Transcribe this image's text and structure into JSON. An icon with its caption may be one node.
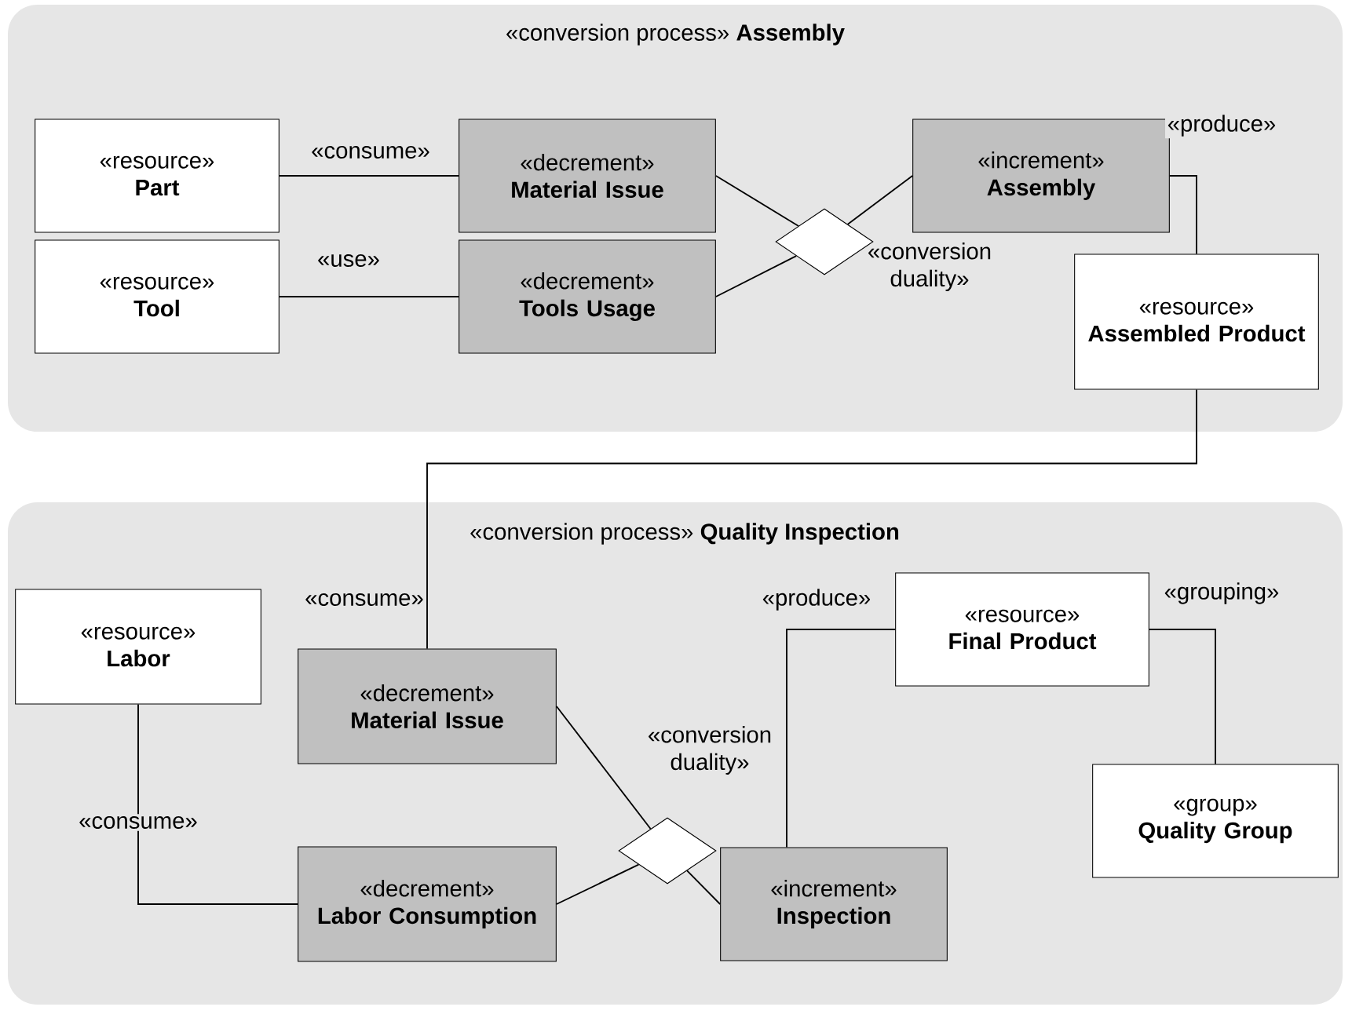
{
  "diagram": {
    "nodes": [
      {
        "text": [
          "«conversion process» **Assembly**"
        ]
      },
      {
        "text": [
          "«resource»",
          "Part"
        ],
        "in": 0
      },
      {
        "text": [
          "«resource»",
          "Tool"
        ],
        "in": 0
      },
      {
        "text": [
          "«decrement»",
          "Material Issue"
        ],
        "in": 0
      },
      {
        "text": [
          "«decrement»",
          "Tools Usage"
        ],
        "in": 0
      },
      {
        "text": [
          "«increment»",
          "Assembly"
        ],
        "in": 0
      },
      {
        "text": [],
        "shape": "diamond",
        "in": 0,
        "beside": [
          "«conversion duality»"
        ]
      },
      {
        "text": [
          "«resource»",
          "Assembled Product"
        ],
        "in": 0
      },
      {
        "text": [
          "«conversion process» **Quality Inspection**"
        ]
      },
      {
        "text": [
          "«resource»",
          "Labor"
        ],
        "in": 8
      },
      {
        "text": [
          "«decrement»",
          "Material Issue"
        ],
        "in": 8
      },
      {
        "text": [
          "«decrement»",
          "Labor Consumption"
        ],
        "in": 8
      },
      {
        "text": [],
        "shape": "diamond",
        "in": 8,
        "beside": [
          "«conversion duality»"
        ]
      },
      {
        "text": [
          "«increment»",
          "Inspection"
        ],
        "in": 8
      },
      {
        "text": [
          "«resource»",
          "Final Product"
        ],
        "in": 8
      },
      {
        "text": [
          "«group»",
          "Quality Group"
        ],
        "in": 8
      }
    ],
    "edges": [
      {
        "from": 1,
        "to": 3,
        "arrow": "none",
        "label": "«consume»"
      },
      {
        "from": 2,
        "to": 4,
        "arrow": "none",
        "label": "«use»"
      },
      {
        "from": 3,
        "to": 6,
        "arrow": "none"
      },
      {
        "from": 4,
        "to": 6,
        "arrow": "none"
      },
      {
        "from": 6,
        "to": 5,
        "arrow": "none"
      },
      {
        "from": 5,
        "to": 7,
        "arrow": "none",
        "label": "«produce»"
      },
      {
        "from": 7,
        "to": 10,
        "arrow": "none",
        "label": "«consume»"
      },
      {
        "from": 9,
        "to": 11,
        "arrow": "none",
        "label": "«consume»"
      },
      {
        "from": 10,
        "to": 12,
        "arrow": "none"
      },
      {
        "from": 11,
        "to": 12,
        "arrow": "none"
      },
      {
        "from": 12,
        "to": 13,
        "arrow": "none"
      },
      {
        "from": 13,
        "to": 14,
        "arrow": "none",
        "label": "«produce»"
      },
      {
        "from": 14,
        "to": 15,
        "arrow": "none",
        "label": "«grouping»"
      }
    ]
  }
}
